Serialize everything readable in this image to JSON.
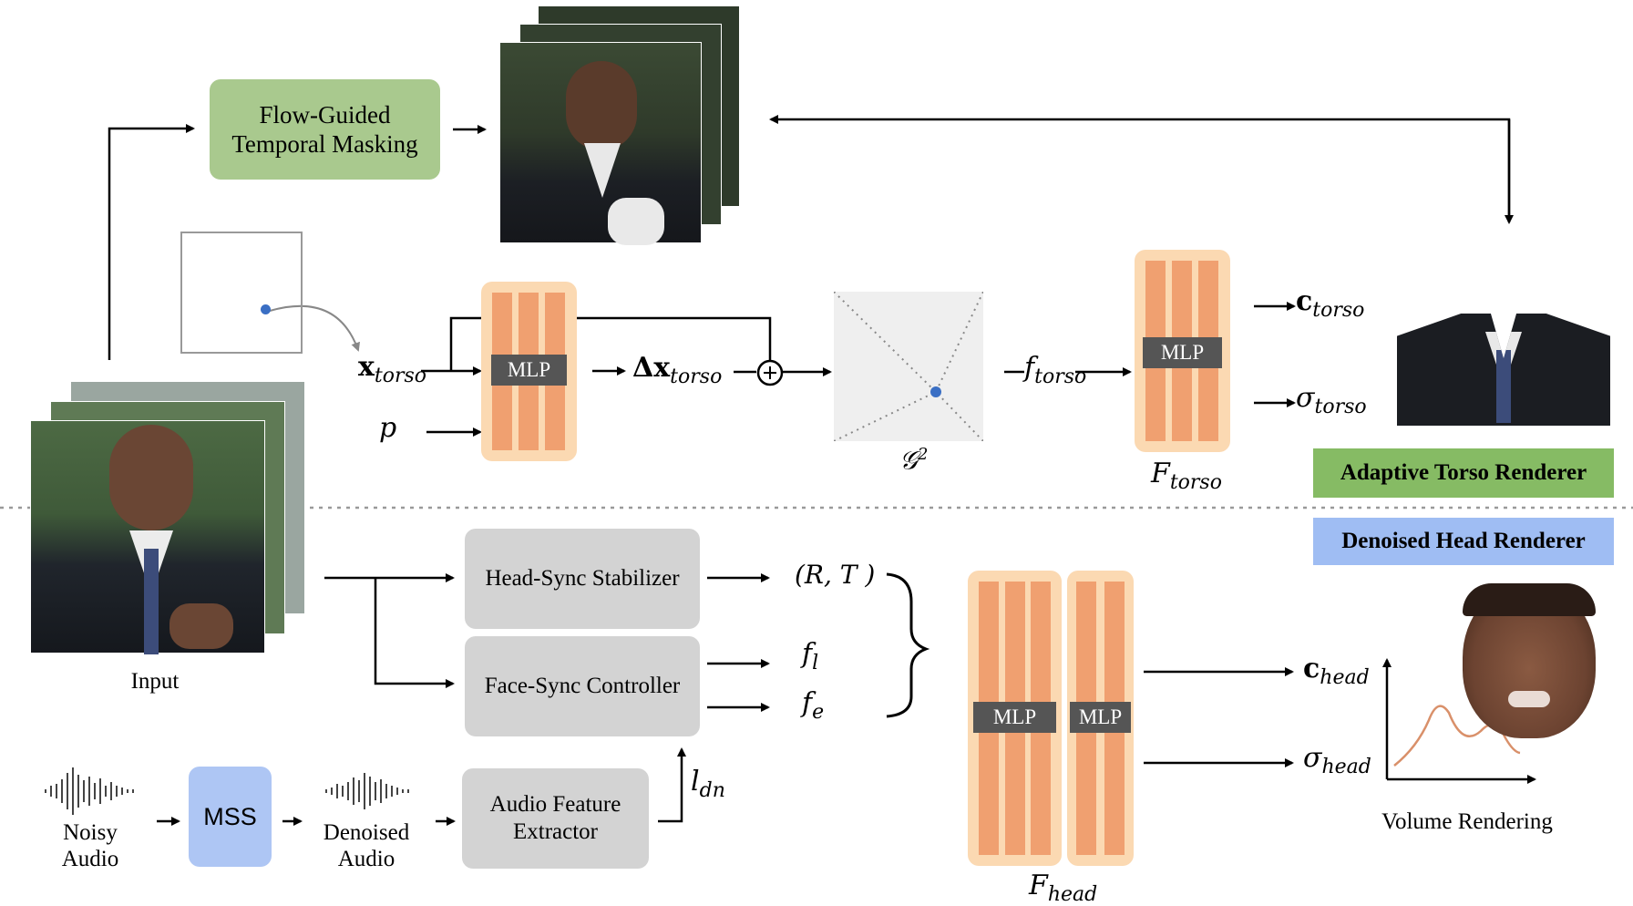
{
  "modules": {
    "flow_masking": "Flow-Guided\nTemporal Masking",
    "head_sync": "Head-Sync Stabilizer",
    "face_sync": "Face-Sync Controller",
    "audio_extractor": "Audio Feature\nExtractor",
    "mss": "MSS"
  },
  "banners": {
    "torso": "Adaptive Torso Renderer",
    "head": "Denoised Head Renderer"
  },
  "labels": {
    "input": "Input",
    "noisy_audio": "Noisy\nAudio",
    "denoised_audio": "Denoised\nAudio",
    "volume_rendering": "Volume Rendering",
    "mlp": "MLP"
  },
  "symbols": {
    "x_torso": {
      "main": "x",
      "sub": "torso"
    },
    "p": "p",
    "delta_x": {
      "main": "Δx",
      "sub": "torso"
    },
    "g2": {
      "main": "𝒢",
      "sup": "2"
    },
    "f_torso": {
      "main": "f",
      "sub": "torso"
    },
    "F_torso": {
      "main": "F",
      "sub": "torso"
    },
    "c_torso": {
      "main": "c",
      "sub": "torso"
    },
    "sigma_torso": {
      "main": "σ",
      "sub": "torso"
    },
    "RT": "(R, T )",
    "f_l": {
      "main": "f",
      "sub": "l"
    },
    "f_e": {
      "main": "f",
      "sub": "e"
    },
    "l_dn": {
      "main": "l",
      "sub": "dn"
    },
    "c_head": {
      "main": "c",
      "sub": "head"
    },
    "sigma_head": {
      "main": "σ",
      "sub": "head"
    },
    "F_head": {
      "main": "F",
      "sub": "head"
    }
  }
}
